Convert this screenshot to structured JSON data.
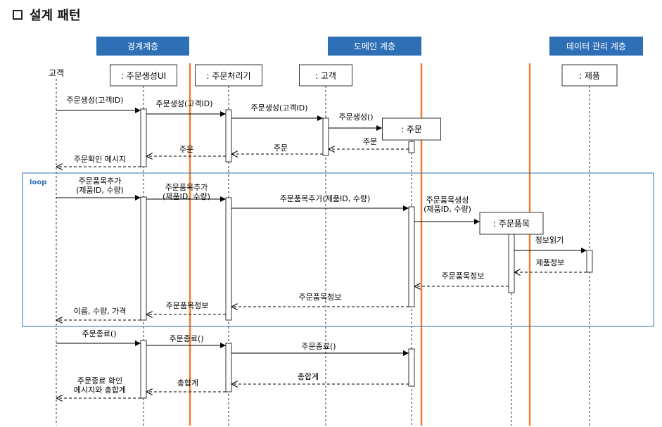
{
  "page_title": "설계 패턴",
  "layers": [
    {
      "label": "경계계층",
      "color": "#2e6fb6"
    },
    {
      "label": "도메인 계층",
      "color": "#2e6fb6"
    },
    {
      "label": "데이터 관리 계층",
      "color": "#2e6fb6"
    }
  ],
  "divider_color": "#f07f2e",
  "actors": [
    {
      "id": "customer-actor",
      "label": "고객",
      "boxed": false
    },
    {
      "id": "order-ui",
      "label": ": 주문생성UI",
      "boxed": true
    },
    {
      "id": "order-handler",
      "label": ": 주문처리기",
      "boxed": true
    },
    {
      "id": "customer-obj",
      "label": ": 고객",
      "boxed": true
    },
    {
      "id": "product-obj",
      "label": ": 제품",
      "boxed": true
    }
  ],
  "created_objects": [
    {
      "id": "order-obj",
      "label": ": 주문"
    },
    {
      "id": "order-item-obj",
      "label": ": 주문품목"
    }
  ],
  "loop_label": "loop",
  "messages": [
    {
      "label": "주문생성(고객ID)",
      "kind": "call"
    },
    {
      "label": "주문생성(고객ID)",
      "kind": "call"
    },
    {
      "label": "주문생성(고객ID)",
      "kind": "call"
    },
    {
      "label": "주문생성()",
      "kind": "create"
    },
    {
      "label": "주문",
      "kind": "return"
    },
    {
      "label": "주문",
      "kind": "return"
    },
    {
      "label": "주문",
      "kind": "return"
    },
    {
      "label": "주문확인 메시지",
      "kind": "return"
    },
    {
      "label": "주문품목추가\n(제품ID, 수량)",
      "kind": "call"
    },
    {
      "label": "주문품목추가\n(제품ID, 수량)",
      "kind": "call"
    },
    {
      "label": "주문품목추가(제품ID, 수량)",
      "kind": "call"
    },
    {
      "label": "주문품목생성\n(제품ID, 수량)",
      "kind": "create"
    },
    {
      "label": "정보읽기",
      "kind": "call"
    },
    {
      "label": "제품정보",
      "kind": "return"
    },
    {
      "label": "주문품목정보",
      "kind": "return"
    },
    {
      "label": "주문품목정보",
      "kind": "return"
    },
    {
      "label": "주문품목정보",
      "kind": "return"
    },
    {
      "label": "이름, 수량, 가격",
      "kind": "return"
    },
    {
      "label": "주문종료()",
      "kind": "call"
    },
    {
      "label": "주문종료()",
      "kind": "call"
    },
    {
      "label": "주문종료()",
      "kind": "call"
    },
    {
      "label": "총합계",
      "kind": "return"
    },
    {
      "label": "총합계",
      "kind": "return"
    },
    {
      "label": "주문종료 확인\n메시지와 총합계",
      "kind": "return"
    }
  ]
}
